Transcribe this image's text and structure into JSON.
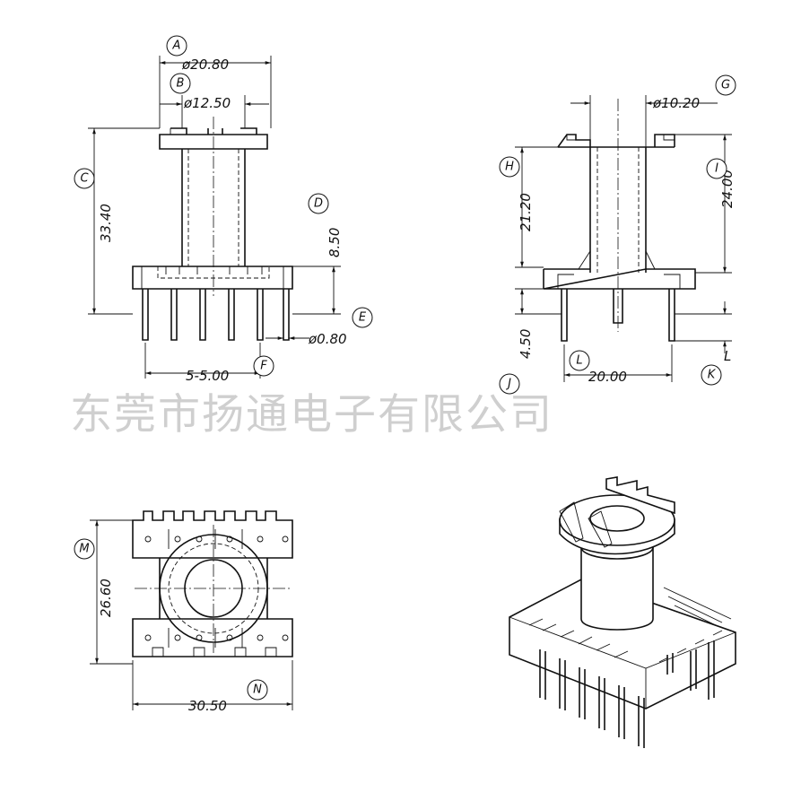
{
  "dimensions": {
    "A": "ø20.80",
    "B": "ø12.50",
    "C": "33.40",
    "D": "8.50",
    "E": "ø0.80",
    "F": "5-5.00",
    "G": "ø10.20",
    "H": "21.20",
    "I": "24.00",
    "J": "4.50",
    "L": "20.00",
    "M": "26.60",
    "N": "30.50"
  },
  "labels": {
    "A": "A",
    "B": "B",
    "C": "C",
    "D": "D",
    "E": "E",
    "F": "F",
    "G": "G",
    "H": "H",
    "I": "I",
    "J": "J",
    "K": "K",
    "L": "L",
    "L_small": "L",
    "M": "M",
    "N": "N"
  },
  "watermark": "东莞市扬通电子有限公司"
}
